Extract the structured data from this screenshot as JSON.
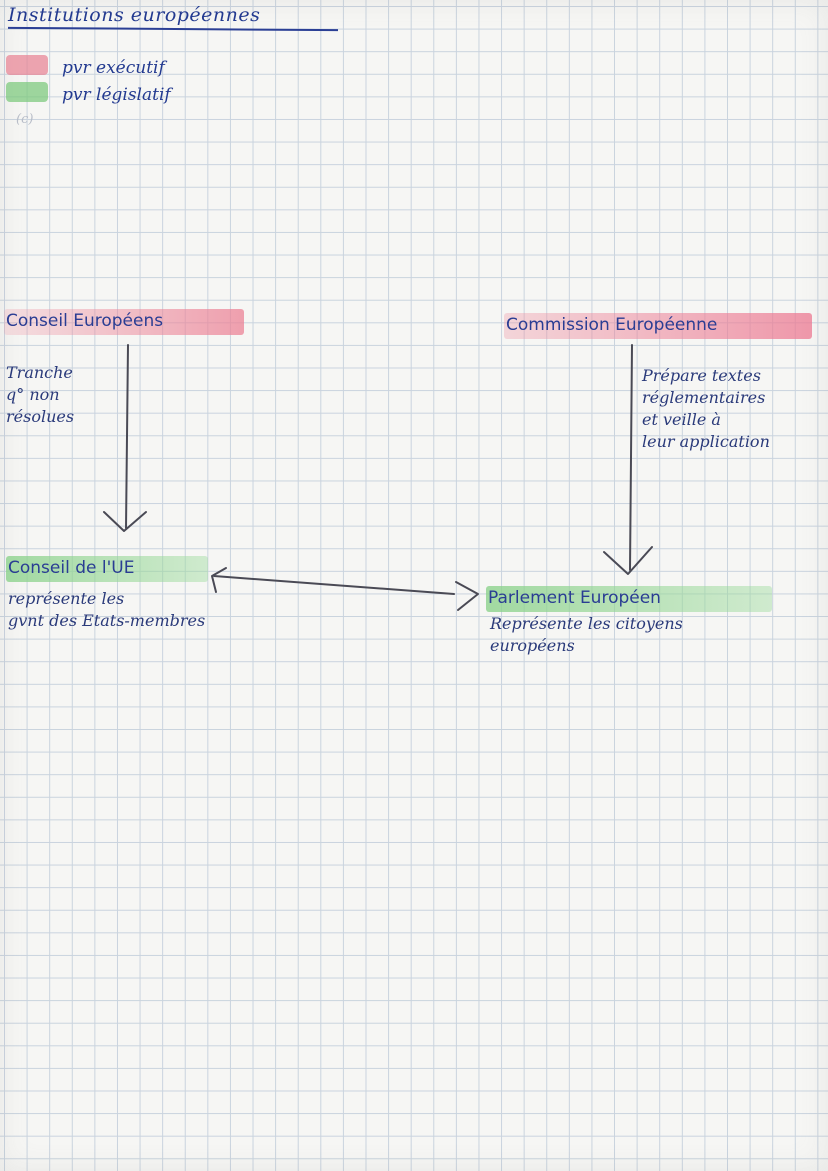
{
  "title": "Institutions européennes",
  "legend": [
    {
      "label": "pvr exécutif",
      "color": "#e88092"
    },
    {
      "label": "pvr législatif",
      "color": "#78c878"
    }
  ],
  "faint_mark": "(c)",
  "nodes": {
    "conseil_europeen": {
      "label": "Conseil Européens",
      "highlight": "#ec8296",
      "description": [
        "Tranche",
        "q° non",
        "résolues"
      ]
    },
    "commission": {
      "label": "Commission Européenne",
      "highlight": "#ec8296",
      "description": [
        "Prépare textes",
        "réglementaires",
        "et veille à",
        "leur application"
      ]
    },
    "conseil_ue": {
      "label": "Conseil de l'UE",
      "highlight": "#78c878",
      "description": [
        "représente les",
        "gvnt des Etats-membres"
      ]
    },
    "parlement": {
      "label": "Parlement Européen",
      "highlight": "#78c878",
      "description": [
        "Représente les citoyens",
        "européens"
      ]
    }
  },
  "edges": [
    {
      "from": "conseil_europeen",
      "to": "conseil_ue",
      "direction": "one-way"
    },
    {
      "from": "commission",
      "to": "parlement",
      "direction": "one-way"
    },
    {
      "from": "conseil_ue",
      "to": "parlement",
      "direction": "two-way"
    }
  ]
}
